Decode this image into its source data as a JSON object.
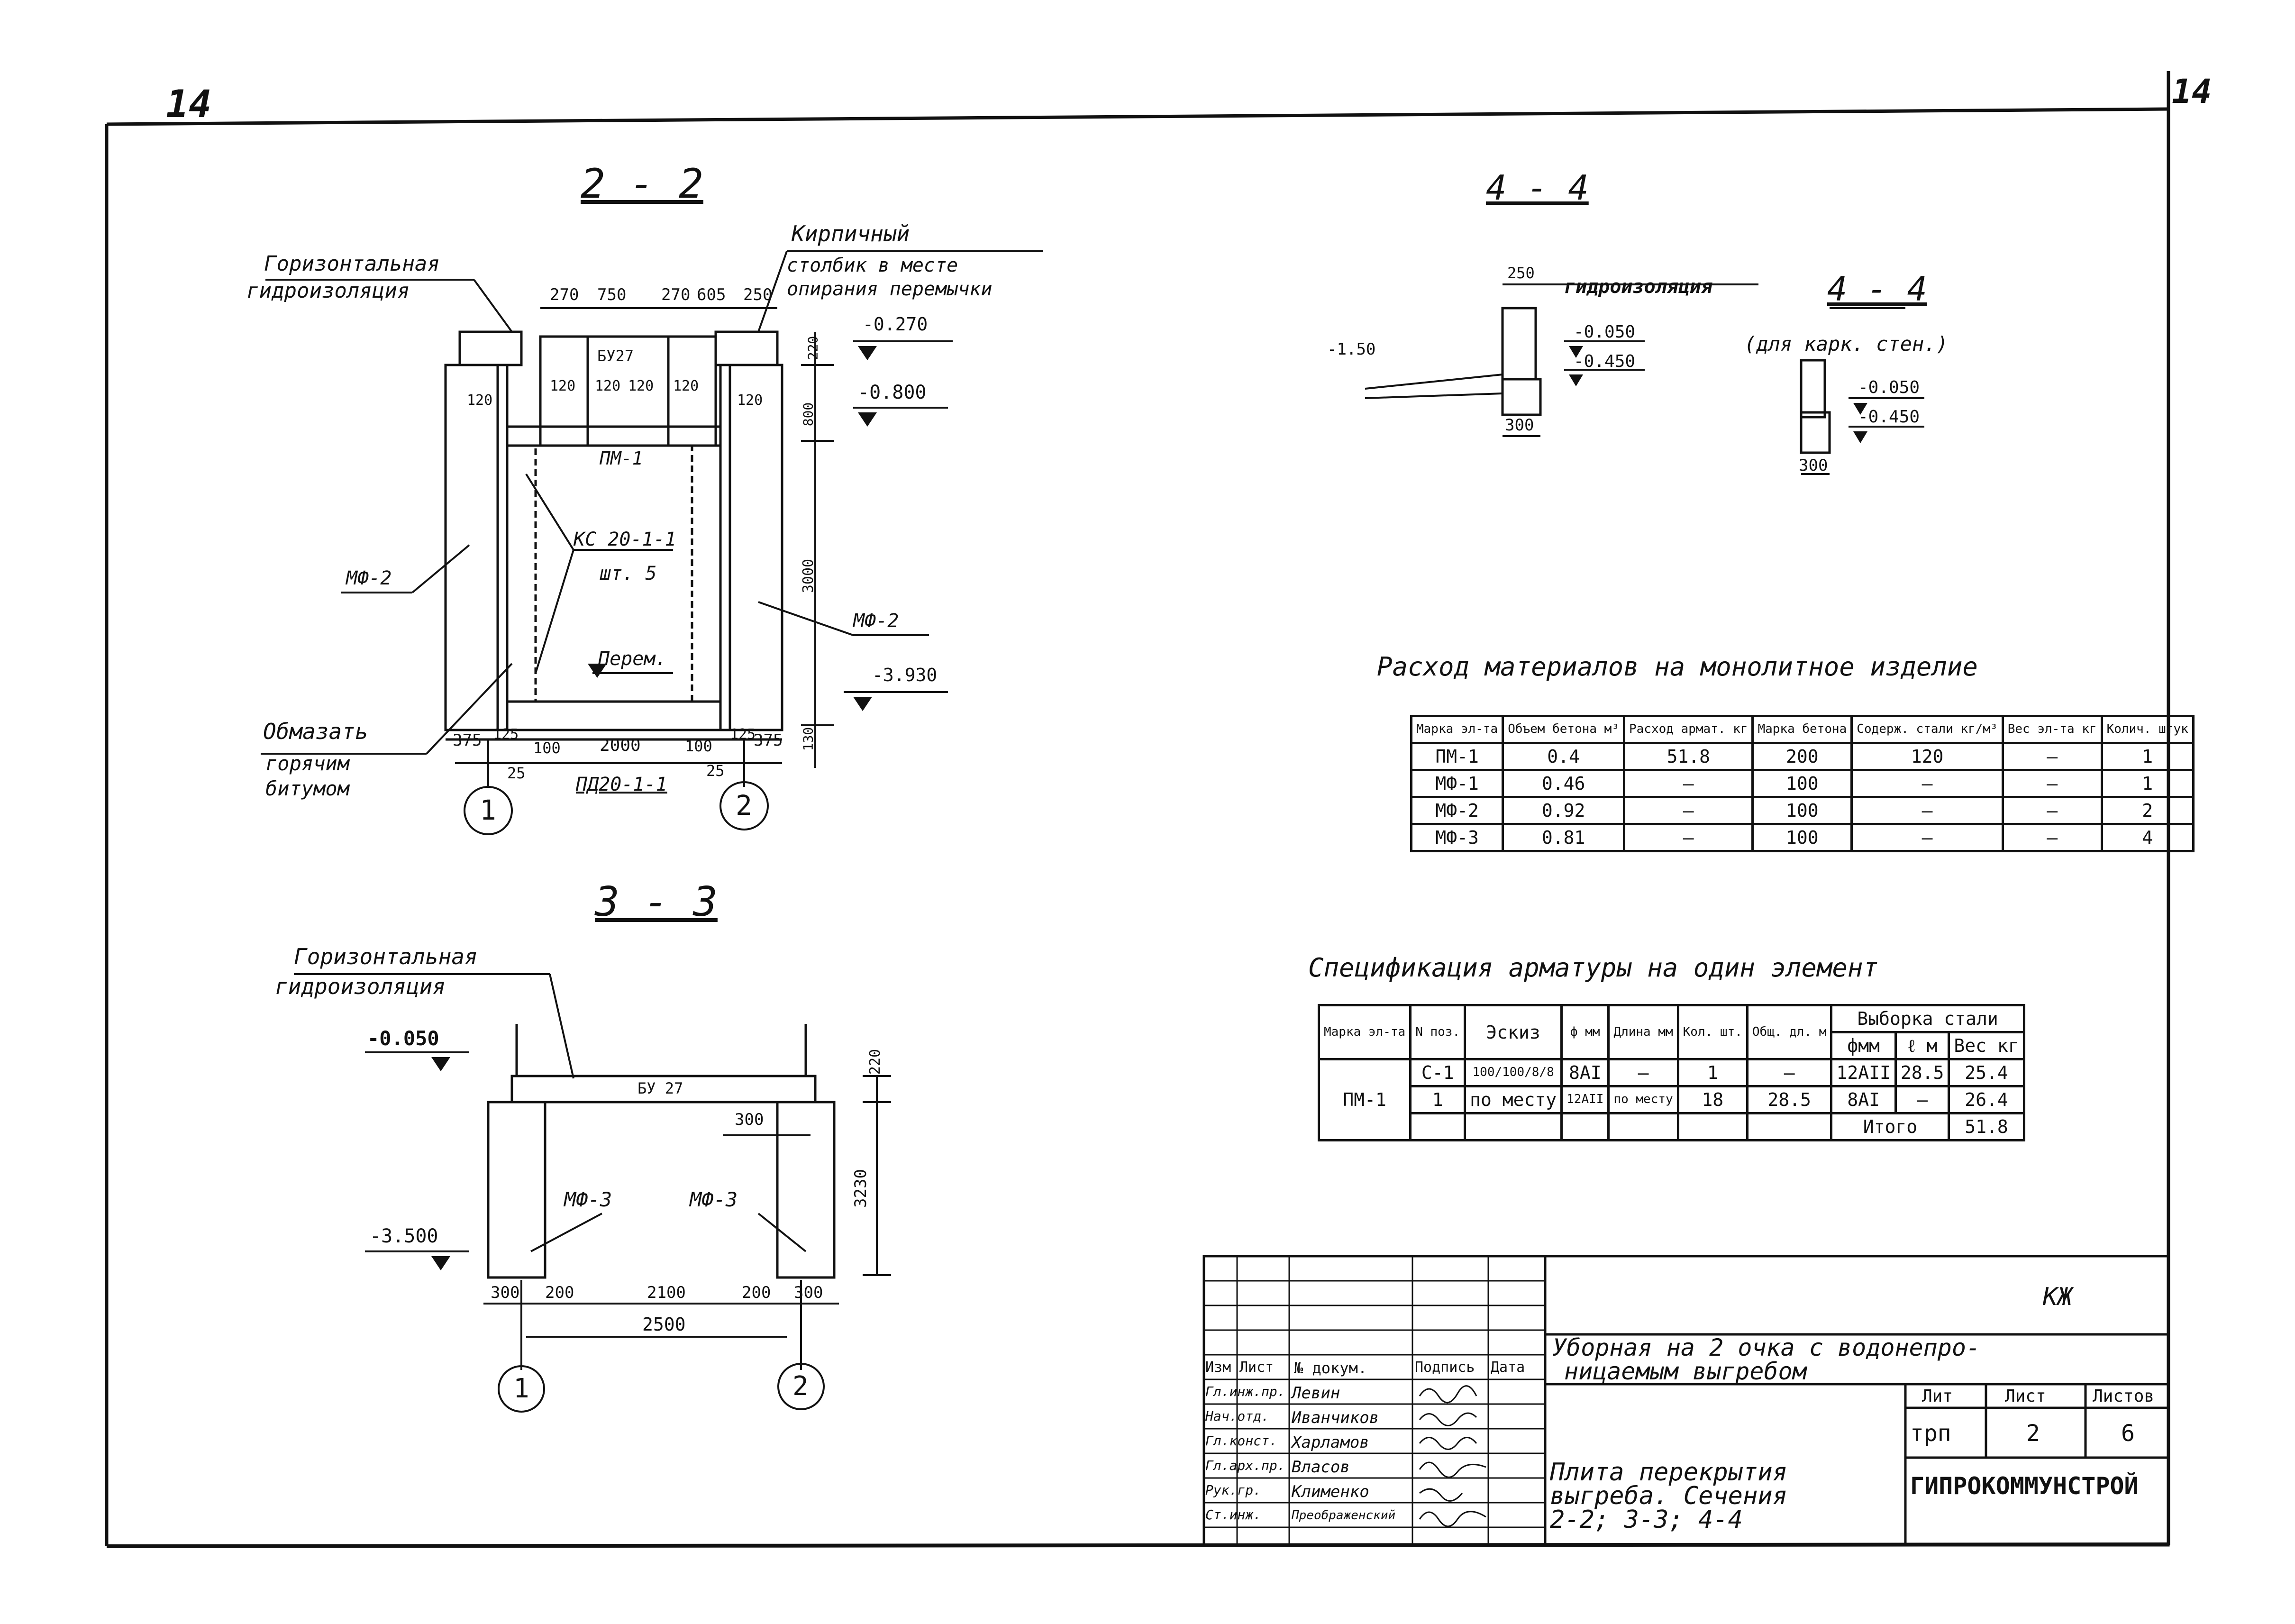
{
  "sheet": {
    "number_left": "14",
    "number_right": "14"
  },
  "section22": {
    "title": "2 - 2",
    "gidro_1": "Горизонтальная",
    "gidro_2": "гидроизоляция",
    "kirp_1": "Кирпичный",
    "kirp_2": "столбик в месте",
    "kirp_3": "опирания перемычки",
    "dims_top": [
      "270",
      "750",
      "270",
      "605",
      "250"
    ],
    "by27": "БУ27",
    "d120": "120",
    "d120b": "120",
    "d120c": "120",
    "d120d": "120",
    "d120e": "120",
    "d120f": "120",
    "pm1": "ПМ-1",
    "ks_1": "КС 20-1-1",
    "ks_2": "шт. 5",
    "perem": "Перем.",
    "mf2_left": "МФ-2",
    "mf2_right": "МФ-2",
    "mark_0270": "-0.270",
    "mark_0800": "-0.800",
    "mark_3930": "-3.930",
    "v220": "220",
    "v800": "800",
    "v3000": "3000",
    "v130": "130",
    "dims_bottom": [
      "375",
      "125",
      "100",
      "2000",
      "100",
      "125",
      "375"
    ],
    "d25a": "25",
    "d25b": "25",
    "pd": "ПД20-1-1",
    "obm_1": "Обмазать",
    "obm_2": "горячим",
    "obm_3": "битумом",
    "axis1": "1",
    "axis2": "2"
  },
  "section33": {
    "title": "3 - 3",
    "gidro_1": "Горизонтальная",
    "gidro_2": "гидроизоляция",
    "mark_0050": "-0.050",
    "mark_3500": "-3.500",
    "by27": "БУ 27",
    "d300": "300",
    "v220": "220",
    "v3230": "3230",
    "mf3_left": "МФ-3",
    "mf3_right": "МФ-3",
    "dims_bottom": [
      "300",
      "200",
      "2100",
      "200",
      "300"
    ],
    "total": "2500",
    "axis1": "1",
    "axis2": "2"
  },
  "section44": {
    "title": "4 - 4",
    "d250": "250",
    "gidro": "гидроизоляция",
    "mark_left": "-1.50",
    "mark_0050": "-0.050",
    "mark_0450": "-0.450",
    "d300": "300"
  },
  "section44b": {
    "title": "4 - 4",
    "note": "(для карк. стен.)",
    "mark_0050": "-0.050",
    "mark_0450": "-0.450",
    "d300": "300"
  },
  "materials": {
    "title": "Расход материалов на монолитное изделие",
    "headers": [
      "Марка эл-та",
      "Объем бетона м³",
      "Расход армат. кг",
      "Марка бетона",
      "Содерж. стали кг/м³",
      "Вес эл-та кг",
      "Колич. штук"
    ],
    "rows": [
      [
        "ПМ-1",
        "0.4",
        "51.8",
        "200",
        "120",
        "—",
        "1"
      ],
      [
        "МФ-1",
        "0.46",
        "—",
        "100",
        "—",
        "—",
        "1"
      ],
      [
        "МФ-2",
        "0.92",
        "—",
        "100",
        "—",
        "—",
        "2"
      ],
      [
        "МФ-3",
        "0.81",
        "—",
        "100",
        "—",
        "—",
        "4"
      ]
    ]
  },
  "spec": {
    "title": "Спецификация арматуры на один элемент",
    "h": {
      "mark": "Марка эл-та",
      "n": "N поз.",
      "sketch": "Эскиз",
      "phi": "ф мм",
      "len": "Длина мм",
      "qty": "Кол. шт.",
      "total": "Общ. дл. м",
      "vyb": "Выборка стали",
      "fmm": "фмм",
      "lm": "ℓ м",
      "ves": "Вес кг"
    },
    "element": "ПМ-1",
    "r1": {
      "n": "С-1",
      "sketch": "100/100/8/8",
      "phi": "8АI",
      "len": "—",
      "qty": "1",
      "total": "—",
      "fmm": "12АII",
      "lm": "28.5",
      "ves": "25.4"
    },
    "r2": {
      "n": "1",
      "sketch": "по месту",
      "phi": "12АII",
      "len": "по месту",
      "qty": "18",
      "total": "28.5",
      "fmm": "8АI",
      "lm": "—",
      "ves": "26.4"
    },
    "itogo": "Итого",
    "itogo_val": "51.8"
  },
  "stamp": {
    "code": "КЖ",
    "project_1": "Уборная на 2 очка с водонепро-",
    "project_2": "ницаемым выгребом",
    "cols": [
      "Изм",
      "Лист",
      "№ докум.",
      "Подпись",
      "Дата"
    ],
    "people": [
      {
        "role": "Гл.инж.пр.",
        "name": "Левин"
      },
      {
        "role": "Нач.отд.",
        "name": "Иванчиков"
      },
      {
        "role": "Гл.конст.",
        "name": "Харламов"
      },
      {
        "role": "Гл.арх.пр.",
        "name": "Власов"
      },
      {
        "role": "Рук.гр.",
        "name": "Клименко"
      },
      {
        "role": "Ст.инж.",
        "name": "Преображенский"
      }
    ],
    "sheet_title_1": "Плита перекрытия",
    "sheet_title_2": "выгреба. Сечения",
    "sheet_title_3": "2-2; 3-3; 4-4",
    "lit_h": "Лит",
    "list_h": "Лист",
    "listov_h": "Листов",
    "lit": "трп",
    "list": "2",
    "listov": "6",
    "org": "ГИПРОКОММУНСТРОЙ"
  }
}
